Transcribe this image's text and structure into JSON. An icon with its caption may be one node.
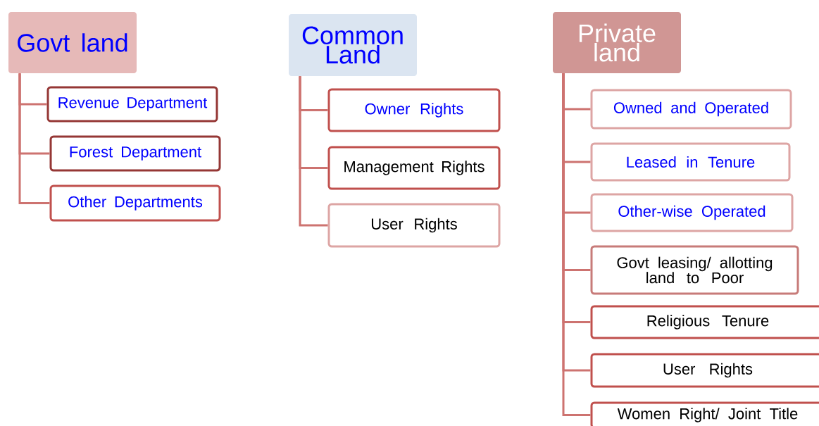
{
  "diagram": {
    "nodes": [
      {
        "text": [
          "Govt land"
        ]
      },
      {
        "text": [
          "Revenue Department"
        ]
      },
      {
        "text": [
          "Forest Department"
        ]
      },
      {
        "text": [
          "Other Departments"
        ]
      },
      {
        "text": [
          "Common Land"
        ]
      },
      {
        "text": [
          "Owner Rights"
        ]
      },
      {
        "text": [
          "Management Rights"
        ]
      },
      {
        "text": [
          "User Rights"
        ]
      },
      {
        "text": [
          "Private land"
        ]
      },
      {
        "text": [
          "Owned and Operated"
        ]
      },
      {
        "text": [
          "Leased in Tenure"
        ]
      },
      {
        "text": [
          "Other-wise Operated"
        ]
      },
      {
        "text": [
          "Govt leasing/ allotting land to Poor"
        ]
      },
      {
        "text": [
          "Religious Tenure"
        ]
      },
      {
        "text": [
          "User Rights"
        ]
      },
      {
        "text": [
          "Women Right/ Joint Title"
        ]
      }
    ],
    "edges": [
      {
        "from": 0,
        "to": 1,
        "arrow": "none"
      },
      {
        "from": 0,
        "to": 2,
        "arrow": "none"
      },
      {
        "from": 0,
        "to": 3,
        "arrow": "none"
      },
      {
        "from": 4,
        "to": 5,
        "arrow": "none"
      },
      {
        "from": 4,
        "to": 6,
        "arrow": "none"
      },
      {
        "from": 4,
        "to": 7,
        "arrow": "none"
      },
      {
        "from": 8,
        "to": 9,
        "arrow": "none"
      },
      {
        "from": 8,
        "to": 10,
        "arrow": "none"
      },
      {
        "from": 8,
        "to": 11,
        "arrow": "none"
      },
      {
        "from": 8,
        "to": 12,
        "arrow": "none"
      },
      {
        "from": 8,
        "to": 13,
        "arrow": "none"
      },
      {
        "from": 8,
        "to": 14,
        "arrow": "none"
      },
      {
        "from": 8,
        "to": 15,
        "arrow": "none"
      }
    ]
  }
}
